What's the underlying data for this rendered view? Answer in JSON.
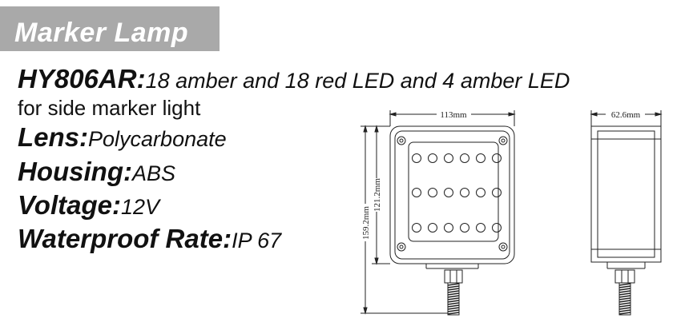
{
  "banner": {
    "title": "Marker Lamp"
  },
  "specs": {
    "model": {
      "label": "HY806AR:",
      "value": "18 amber and 18 red LED and 4 amber LED"
    },
    "model_cont": "for side marker light",
    "lens": {
      "label": "Lens:",
      "value": "Polycarbonate"
    },
    "housing": {
      "label": "Housing:",
      "value": "ABS"
    },
    "voltage": {
      "label": "Voltage:",
      "value": "12V"
    },
    "waterproof": {
      "label": "Waterproof Rate:",
      "value": "IP 67"
    }
  },
  "drawing": {
    "front_view": {
      "width_dim": "113mm",
      "height_outer_dim": "159.2mm",
      "height_inner_dim": "121.2mm",
      "led_rows": 3,
      "led_cols": 6
    },
    "side_view": {
      "width_dim": "62.6mm"
    }
  }
}
